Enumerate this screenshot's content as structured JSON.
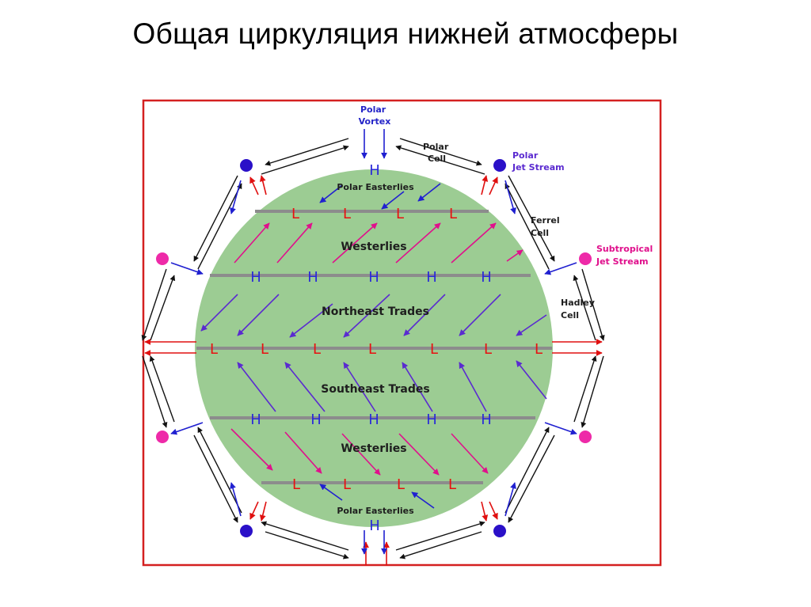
{
  "title": "Общая циркуляция нижней атмосферы",
  "labels": {
    "polar_vortex": [
      "Polar",
      "Vortex"
    ],
    "polar_cell": [
      "Polar",
      "Cell"
    ],
    "polar_jet": [
      "Polar",
      "Jet Stream"
    ],
    "ferrel_cell": [
      "Ferrel",
      "Cell"
    ],
    "subtropical_jet": [
      "Subtropical",
      "Jet Stream"
    ],
    "hadley_cell": [
      "Hadley",
      "Cell"
    ]
  },
  "zones": {
    "polar_easterlies_n": "Polar Easterlies",
    "westerlies_n": "Westerlies",
    "northeast_trades": "Northeast Trades",
    "southeast_trades": "Southeast Trades",
    "westerlies_s": "Westerlies",
    "polar_easterlies_s": "Polar Easterlies"
  },
  "pressure": {
    "high": "H",
    "low": "L"
  },
  "colors": {
    "border": "#d42020",
    "globe": "#9ccc93",
    "band": "#8c8c8c",
    "black_arrow": "#111111",
    "red_arrow": "#e01010",
    "blue_arrow": "#2020d0",
    "magenta_arrow": "#e0108c",
    "purple_arrow": "#5a2ad0",
    "polar_jet_dot": "#2a10c8",
    "subtropical_jet_dot": "#ee2aa8",
    "high": "#2a2ad8",
    "low": "#e81010"
  }
}
